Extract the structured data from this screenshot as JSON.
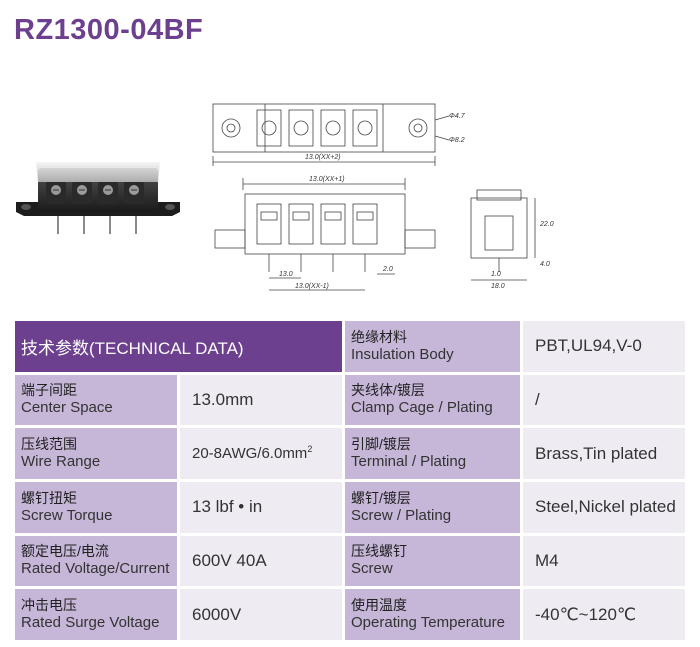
{
  "title": "RZ1300-04BF",
  "drawing": {
    "hole_small": "Φ4.7",
    "hole_large": "Φ8.2",
    "dim_top": "13.0(XX+2)",
    "dim_mid": "13.0(XX+1)",
    "pitch": "13.0",
    "pin_width": "2.0",
    "dim_bottom": "13.0(XX-1)",
    "side_height": "22.0",
    "side_pin": "4.0",
    "side_small": "1.0",
    "side_width": "18.0"
  },
  "table": {
    "header": "技术参数(TECHNICAL DATA)",
    "insulation": {
      "zh": "绝缘材料",
      "en": "Insulation Body",
      "value": "PBT,UL94,V-0"
    },
    "rows": [
      {
        "zh": "端子间距",
        "en": "Center Space",
        "value": "13.0mm",
        "zh2": "夹线体/镀层",
        "en2": "Clamp Cage / Plating",
        "value2": "/"
      },
      {
        "zh": "压线范围",
        "en": "Wire Range",
        "value": "20-8AWG/6.0mm",
        "sup": "2",
        "zh2": "引脚/镀层",
        "en2": "Terminal / Plating",
        "value2": "Brass,Tin plated"
      },
      {
        "zh": "螺钉扭矩",
        "en": "Screw Torque",
        "value": "13 lbf • in",
        "zh2": "螺钉/镀层",
        "en2": "Screw / Plating",
        "value2": "Steel,Nickel plated"
      },
      {
        "zh": "额定电压/电流",
        "en": "Rated Voltage/Current",
        "value": "600V 40A",
        "zh2": "压线螺钉",
        "en2": "Screw",
        "value2": "M4"
      },
      {
        "zh": "冲击电压",
        "en": "Rated Surge Voltage",
        "value": "6000V",
        "zh2": "使用温度",
        "en2": "Operating Temperature",
        "value2": "-40℃~120℃"
      }
    ]
  }
}
